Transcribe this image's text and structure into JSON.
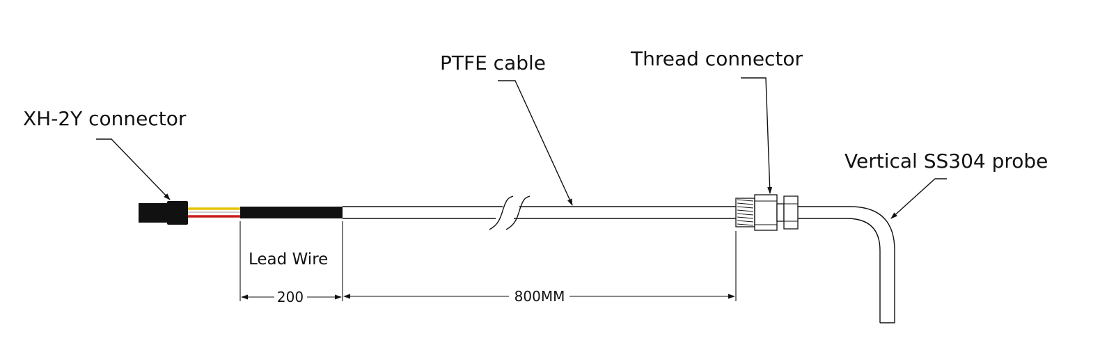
{
  "labels": {
    "xh_connector": "XH-2Y connector",
    "ptfe_cable": "PTFE cable",
    "thread_connector": "Thread connector",
    "probe": "Vertical SS304 probe",
    "lead_wire": "Lead Wire"
  },
  "dimensions": {
    "lead_length": "200",
    "cable_length": "800MM"
  },
  "colors": {
    "line": "#111111",
    "connector": "#111111",
    "lead_sleeve": "#111111",
    "wire_yellow": "#e6c200",
    "wire_red": "#c81e1e",
    "cable_fill": "#ffffff"
  }
}
